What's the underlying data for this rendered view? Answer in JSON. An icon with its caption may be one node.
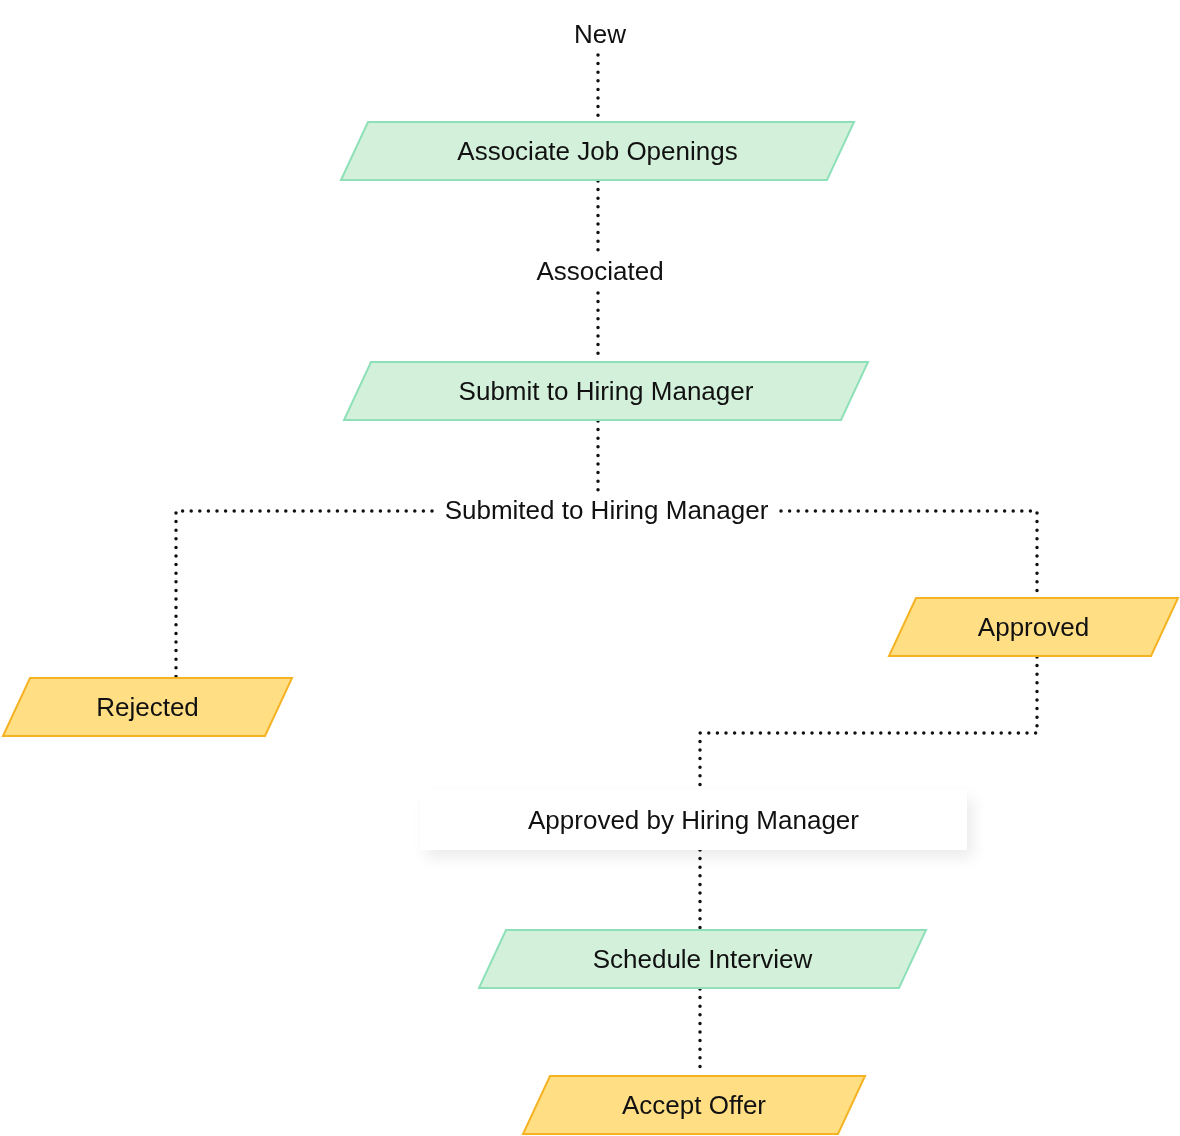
{
  "diagram": {
    "nodes": [
      {
        "text": [
          "New"
        ]
      },
      {
        "text": [
          "Associate Job Openings"
        ]
      },
      {
        "text": [
          "Associated"
        ]
      },
      {
        "text": [
          "Submit to Hiring Manager"
        ]
      },
      {
        "text": [
          "Submited to Hiring Manager"
        ]
      },
      {
        "text": [
          "Rejected"
        ]
      },
      {
        "text": [
          "Approved"
        ]
      },
      {
        "text": [
          "Approved by Hiring Manager"
        ]
      },
      {
        "text": [
          "Schedule Interview"
        ]
      },
      {
        "text": [
          "Accept Offer"
        ]
      }
    ],
    "edges": [
      {
        "from": 0,
        "to": 1,
        "arrow": "none"
      },
      {
        "from": 1,
        "to": 2,
        "arrow": "none"
      },
      {
        "from": 2,
        "to": 3,
        "arrow": "none"
      },
      {
        "from": 3,
        "to": 4,
        "arrow": "none"
      },
      {
        "from": 4,
        "to": 5,
        "arrow": "none"
      },
      {
        "from": 4,
        "to": 6,
        "arrow": "none"
      },
      {
        "from": 6,
        "to": 7,
        "arrow": "none"
      },
      {
        "from": 7,
        "to": 8,
        "arrow": "none"
      },
      {
        "from": 8,
        "to": 9,
        "arrow": "none"
      }
    ]
  }
}
